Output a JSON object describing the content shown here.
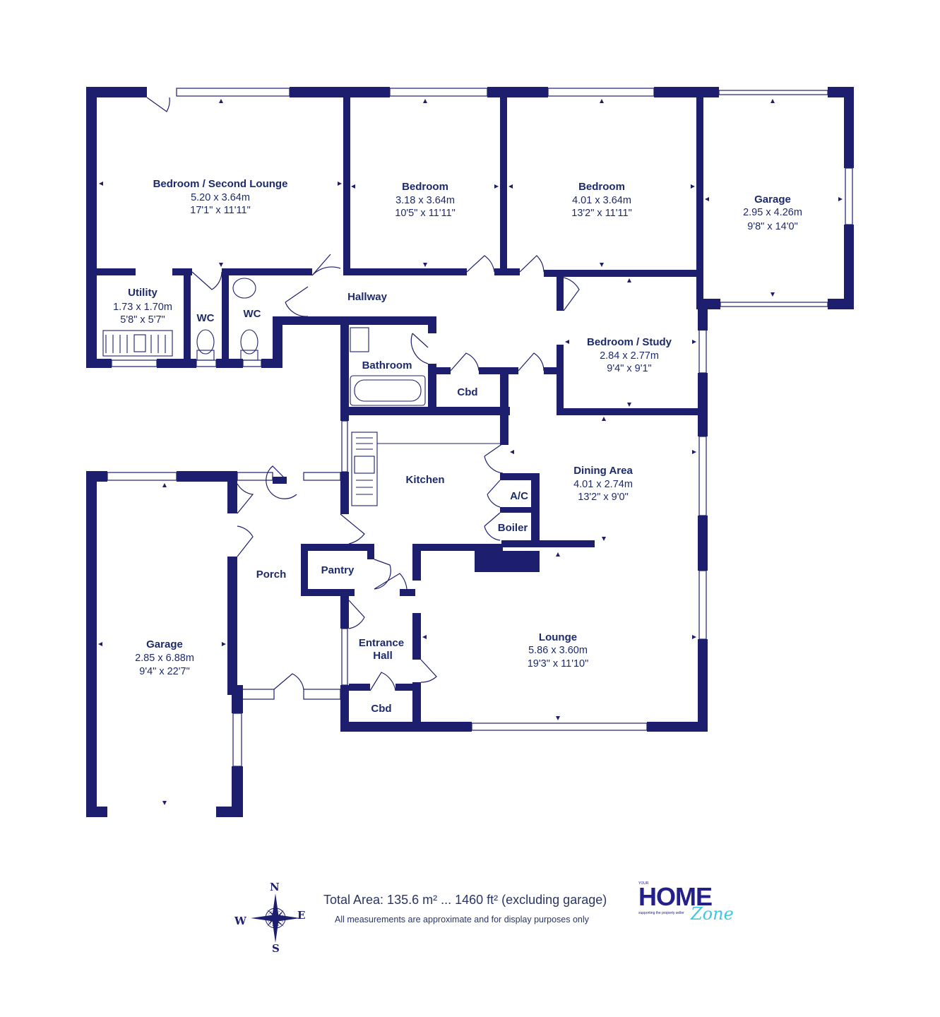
{
  "rooms": [
    {
      "id": "bed2",
      "name": "Bedroom / Second Lounge",
      "metric": "5.20 x 3.64m",
      "imperial": "17'1\" x 11'11\""
    },
    {
      "id": "bed3",
      "name": "Bedroom",
      "metric": "3.18 x 3.64m",
      "imperial": "10'5\" x 11'11\""
    },
    {
      "id": "bed1",
      "name": "Bedroom",
      "metric": "4.01 x 3.64m",
      "imperial": "13'2\" x 11'11\""
    },
    {
      "id": "garage1",
      "name": "Garage",
      "metric": "2.95 x 4.26m",
      "imperial": "9'8\" x 14'0\""
    },
    {
      "id": "utility",
      "name": "Utility",
      "metric": "1.73 x 1.70m",
      "imperial": "5'8\" x 5'7\""
    },
    {
      "id": "wc1",
      "name": "WC",
      "metric": "",
      "imperial": ""
    },
    {
      "id": "wc2",
      "name": "WC",
      "metric": "",
      "imperial": ""
    },
    {
      "id": "hallway",
      "name": "Hallway",
      "metric": "",
      "imperial": ""
    },
    {
      "id": "study",
      "name": "Bedroom / Study",
      "metric": "2.84 x 2.77m",
      "imperial": "9'4\" x 9'1\""
    },
    {
      "id": "bathroom",
      "name": "Bathroom",
      "metric": "",
      "imperial": ""
    },
    {
      "id": "cbd1",
      "name": "Cbd",
      "metric": "",
      "imperial": ""
    },
    {
      "id": "kitchen",
      "name": "Kitchen",
      "metric": "",
      "imperial": ""
    },
    {
      "id": "dining",
      "name": "Dining Area",
      "metric": "4.01 x 2.74m",
      "imperial": "13'2\" x 9'0\""
    },
    {
      "id": "ac",
      "name": "A/C",
      "metric": "",
      "imperial": ""
    },
    {
      "id": "boiler",
      "name": "Boiler",
      "metric": "",
      "imperial": ""
    },
    {
      "id": "porch",
      "name": "Porch",
      "metric": "",
      "imperial": ""
    },
    {
      "id": "pantry",
      "name": "Pantry",
      "metric": "",
      "imperial": ""
    },
    {
      "id": "garage2",
      "name": "Garage",
      "metric": "2.85 x 6.88m",
      "imperial": "9'4\" x 22'7\""
    },
    {
      "id": "entrance",
      "name": "Entrance",
      "name2": "Hall",
      "metric": "",
      "imperial": ""
    },
    {
      "id": "lounge",
      "name": "Lounge",
      "metric": "5.86 x 3.60m",
      "imperial": "19'3\" x 11'10\""
    },
    {
      "id": "cbd2",
      "name": "Cbd",
      "metric": "",
      "imperial": ""
    }
  ],
  "footer": {
    "total_area": "Total Area: 135.6 m² ... 1460 ft² (excluding garage)",
    "disclaimer": "All measurements are approximate and for display purposes only"
  },
  "compass": {
    "n": "N",
    "s": "S",
    "e": "E",
    "w": "W"
  },
  "logo": {
    "small_top": "YOUR",
    "brand": "HOME",
    "script": "Zone",
    "tagline": "supporting the property seller"
  },
  "colors": {
    "wall": "#1d1f6e",
    "text": "#1d2a6b",
    "logo_blue": "#23208a",
    "logo_cyan": "#3ec7e0"
  }
}
